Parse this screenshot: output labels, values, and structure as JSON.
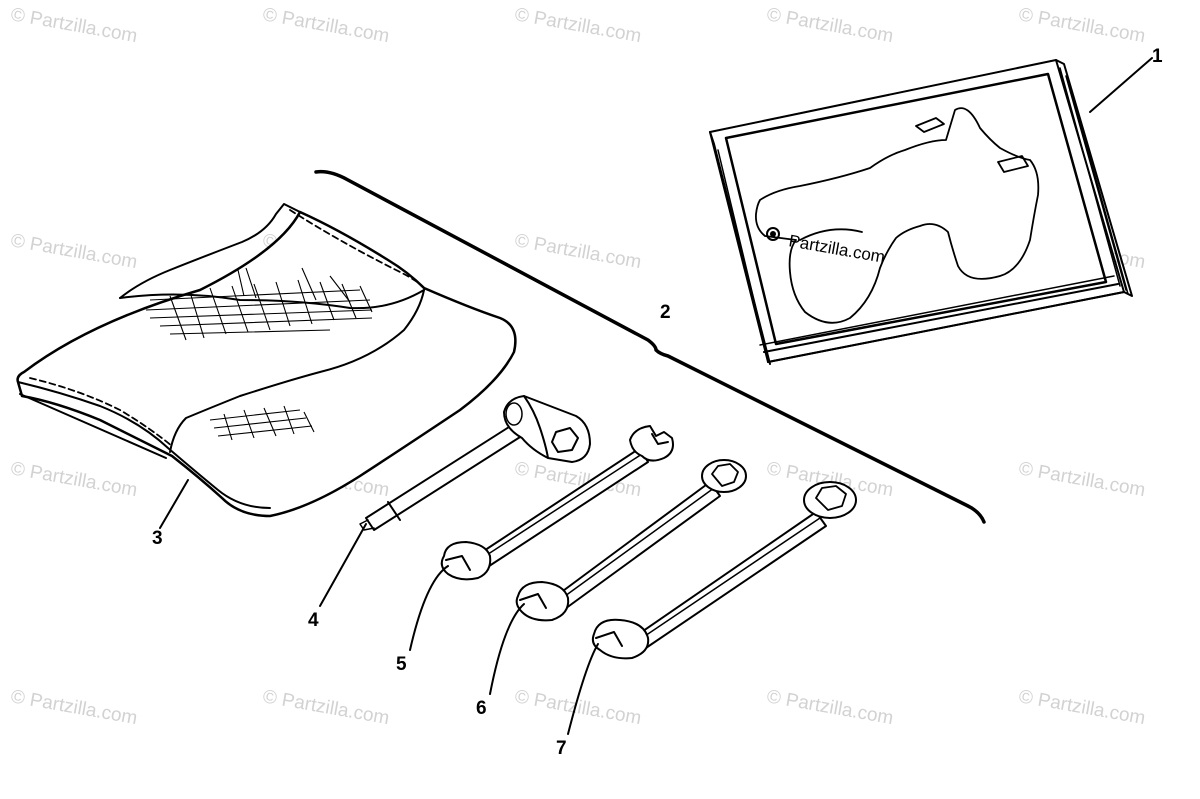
{
  "watermark": {
    "text": "© Partzilla.com"
  },
  "manual_branding": {
    "text": "Partzilla.com"
  },
  "callouts": [
    {
      "id": "1",
      "label": "1",
      "part": "owners-manual"
    },
    {
      "id": "2",
      "label": "2",
      "part": "tool-kit"
    },
    {
      "id": "3",
      "label": "3",
      "part": "tool-bag"
    },
    {
      "id": "4",
      "label": "4",
      "part": "plug-wrench"
    },
    {
      "id": "5",
      "label": "5",
      "part": "wrench"
    },
    {
      "id": "6",
      "label": "6",
      "part": "wrench"
    },
    {
      "id": "7",
      "label": "7",
      "part": "wrench"
    }
  ]
}
